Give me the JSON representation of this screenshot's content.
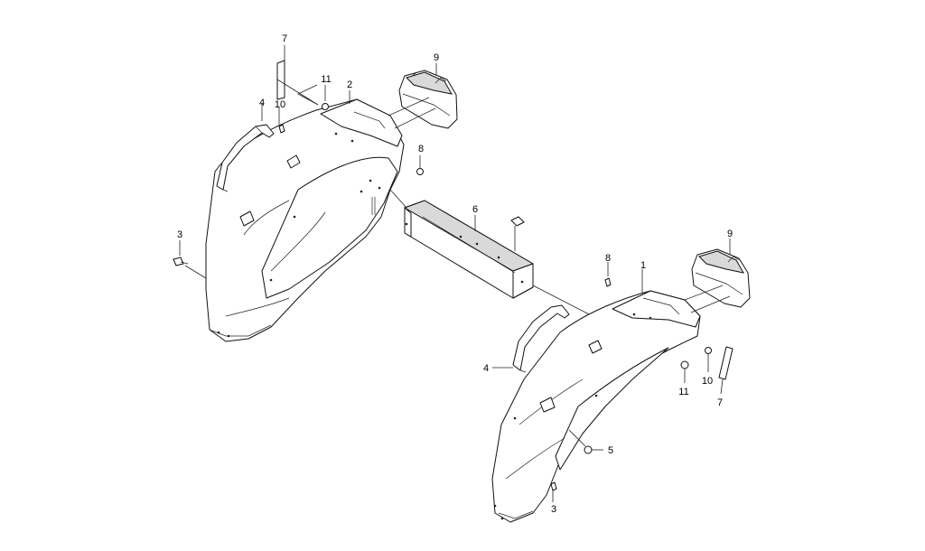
{
  "callouts": {
    "c7a": "7",
    "c11a": "11",
    "c2": "2",
    "c9a": "9",
    "c4a": "4",
    "c10a": "10",
    "c8a": "8",
    "c6": "6",
    "c3a": "3",
    "c9b": "9",
    "c8b": "8",
    "c1": "1",
    "c4b": "4",
    "c10b": "10",
    "c11b": "11",
    "c7b": "7",
    "c5": "5",
    "c3b": "3"
  },
  "colors": {
    "line": "#111111",
    "shade": "#d9d9d9",
    "background": "#ffffff"
  }
}
